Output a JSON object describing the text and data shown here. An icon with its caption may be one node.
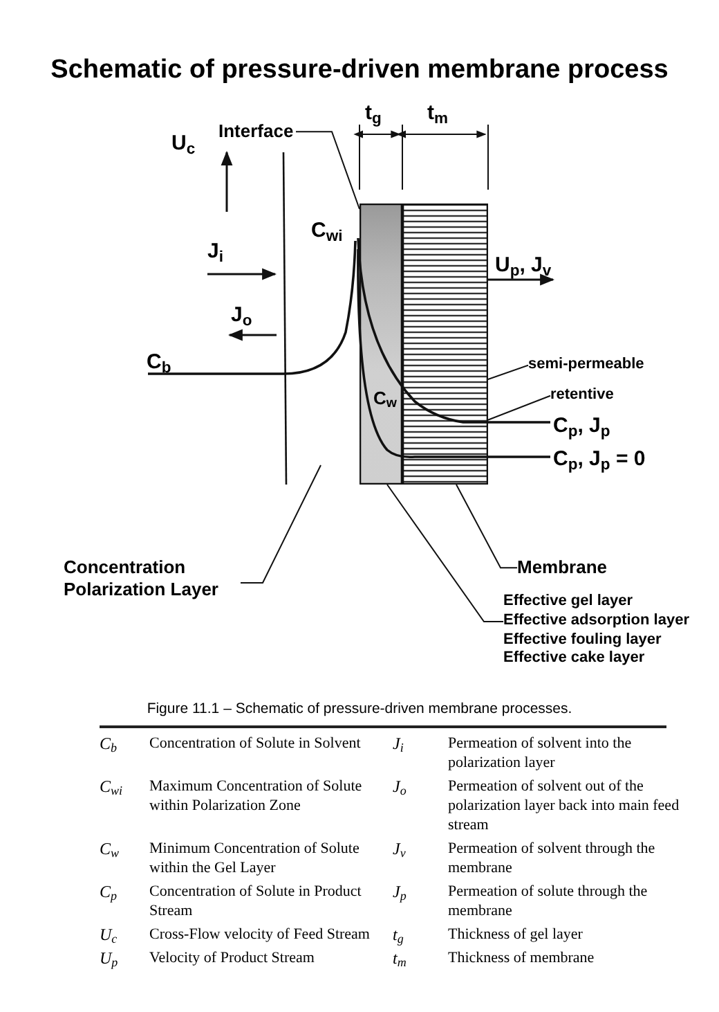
{
  "diagram": {
    "title": "Schematic of pressure-driven membrane process",
    "caption": "Figure 11.1 – Schematic of pressure-driven membrane processes.",
    "nodes": [
      {
        "text": [],
        "shape": "box"
      },
      {
        "text": [],
        "shape": "box"
      },
      {
        "text": [
          "Interface"
        ]
      },
      {
        "text": [
          "Concentration Polarization Layer"
        ]
      },
      {
        "text": [
          "Membrane"
        ]
      },
      {
        "text": [
          "Effective gel layer",
          "Effective adsorption layer",
          "Effective fouling layer",
          "Effective cake layer"
        ]
      },
      {
        "text": [
          "semi-permeable"
        ]
      },
      {
        "text": [
          "retentive"
        ]
      }
    ],
    "edges": [
      {
        "from": 2,
        "to": 0,
        "arrow": "none"
      },
      {
        "from": 3,
        "to": null,
        "arrow": "none"
      },
      {
        "from": 4,
        "to": 1,
        "arrow": "none"
      },
      {
        "from": 5,
        "to": 0,
        "arrow": "none"
      },
      {
        "from": 6,
        "to": 1,
        "arrow": "to"
      },
      {
        "from": 7,
        "to": 1,
        "arrow": "to"
      }
    ],
    "labels": [
      "U$_{c}$",
      "J$_{i}$",
      "J$_{o}$",
      "C$_{b}$",
      "C$_{wi}$",
      "U$_{p}$, J$_{v}$",
      "C$_{w}$",
      "C$_{p}$, J$_{p}$",
      "C$_{p}$, J$_{p}$ = 0",
      "t$_{g}$",
      "t$_{m}$",
      "C$_{b}$",
      "Concentration of Solute in Solvent",
      "J$_{i}$",
      "Permeation of solvent into the polarization layer",
      "C$_{wi}$",
      "Maximum Concentration of Solute within Polarization Zone",
      "J$_{o}$",
      "Permeation of solvent out of the polarization layer back into main feed stream",
      "C$_{w}$",
      "Minimum Concentration of Solute within the Gel Layer",
      "J$_{v}$",
      "Permeation of solvent through the membrane",
      "C$_{p}$",
      "Concentration of Solute in Product Stream",
      "J$_{p}$",
      "Permeation of solute through the membrane",
      "U$_{c}$",
      "Cross-Flow velocity of Feed Stream",
      "t$_{g}$",
      "Thickness of gel layer",
      "U$_{p}$",
      "Velocity of Product Stream",
      "t$_{m}$",
      "Thickness of membrane"
    ]
  }
}
